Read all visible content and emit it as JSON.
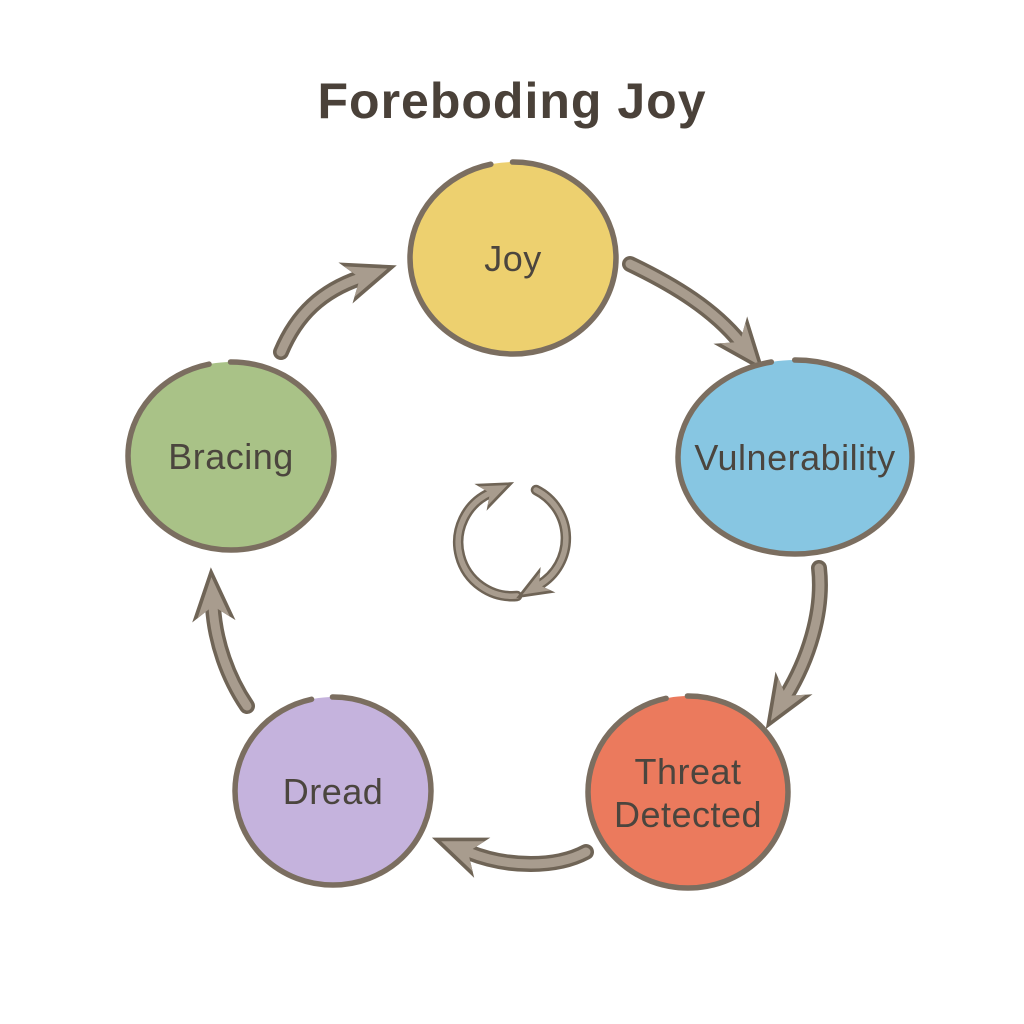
{
  "title": "Foreboding Joy",
  "diagram": {
    "type": "cycle",
    "flow": "Joy -> Vulnerability -> Threat Detected -> Dread -> Bracing -> Joy",
    "nodes": [
      {
        "id": "joy",
        "label": "Joy",
        "lines": [
          "Joy"
        ],
        "color": "#edd06f"
      },
      {
        "id": "vulnerability",
        "label": "Vulnerability",
        "lines": [
          "Vulnerability"
        ],
        "color": "#87c6e2"
      },
      {
        "id": "threat-detected",
        "label": "Threat Detected",
        "lines": [
          "Threat",
          "Detected"
        ],
        "color": "#eb7a5d"
      },
      {
        "id": "dread",
        "label": "Dread",
        "lines": [
          "Dread"
        ],
        "color": "#c5b3dd"
      },
      {
        "id": "bracing",
        "label": "Bracing",
        "lines": [
          "Bracing"
        ],
        "color": "#a9c287"
      }
    ],
    "center_icon": "cycle-arrows-icon",
    "colors": {
      "background": "#ffffff",
      "title_text": "#4a4139",
      "node_outline": "#7b6e60",
      "node_text": "#4b453e",
      "arrow_fill": "#a89c8e",
      "arrow_outline": "#6f6456"
    }
  }
}
